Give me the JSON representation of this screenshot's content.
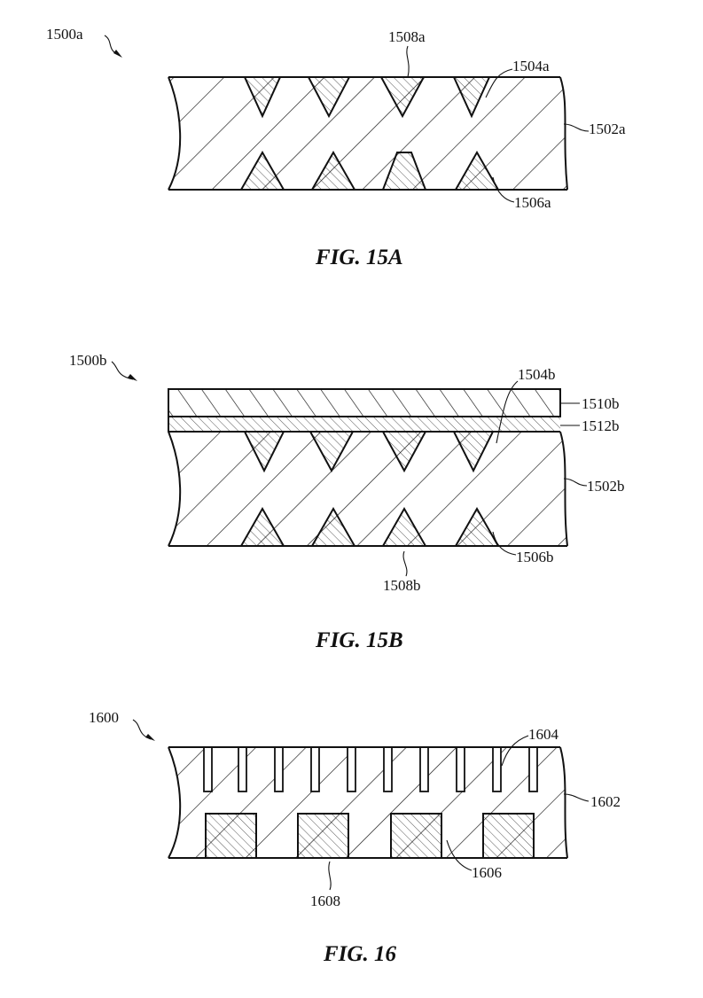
{
  "figures": [
    {
      "caption": "FIG. 15A",
      "labels": {
        "assembly": "1500a",
        "top_fill": "1508a",
        "top_groove": "1504a",
        "body": "1502a",
        "bottom_groove": "1506a"
      }
    },
    {
      "caption": "FIG. 15B",
      "labels": {
        "assembly": "1500b",
        "top_groove": "1504b",
        "top_layer": "1510b",
        "interlayer": "1512b",
        "body": "1502b",
        "bottom_groove": "1506b",
        "bottom_fill": "1508b"
      }
    },
    {
      "caption": "FIG. 16",
      "labels": {
        "assembly": "1600",
        "slots": "1604",
        "body": "1602",
        "pockets": "1606",
        "fill": "1608"
      }
    }
  ],
  "colors": {
    "ink": "#111111",
    "paper": "#ffffff"
  }
}
